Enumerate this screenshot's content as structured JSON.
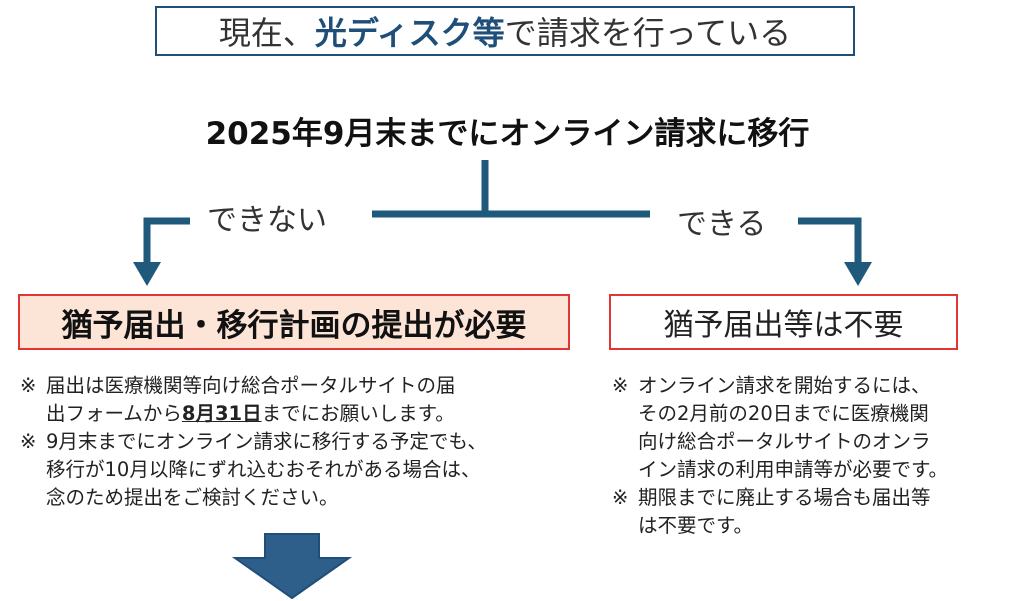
{
  "top_box": {
    "prefix": "現在、",
    "highlight": "光ディスク等",
    "suffix": "で請求を行っている"
  },
  "headline": "2025年9月末までにオンライン請求に移行",
  "branches": {
    "no_label": "できない",
    "yes_label": "できる"
  },
  "left_result": "猶予届出・移行計画の提出が必要",
  "right_result": "猶予届出等は不要",
  "left_notes": {
    "mark": "※",
    "n1_l1": "届出は医療機関等向け総合ポータルサイトの届",
    "n1_l2_pre": "出フォームから",
    "n1_l2_date": "8月31日",
    "n1_l2_post": "までにお願いします。",
    "n2_l1": "9月末までにオンライン請求に移行する予定でも、",
    "n2_l2": "移行が10月以降にずれ込むおそれがある場合は、",
    "n2_l3": "念のため提出をご検討ください。"
  },
  "right_notes": {
    "mark": "※",
    "n1_l1": "オンライン請求を開始するには、",
    "n1_l2": "その2月前の20日までに医療機関",
    "n1_l3": "向け総合ポータルサイトのオンラ",
    "n1_l4": "イン請求の利用申請等が必要です。",
    "n2_l1": "期限までに廃止する場合も届出等",
    "n2_l2": "は不要です。"
  },
  "colors": {
    "connector": "#1f5a7d",
    "top_border": "#1f4e79",
    "result_border": "#e33535",
    "left_result_fill": "#fce4d6",
    "down_arrow": "#2e5f8a"
  },
  "icons": {
    "down_arrow": "down-arrow-icon"
  }
}
